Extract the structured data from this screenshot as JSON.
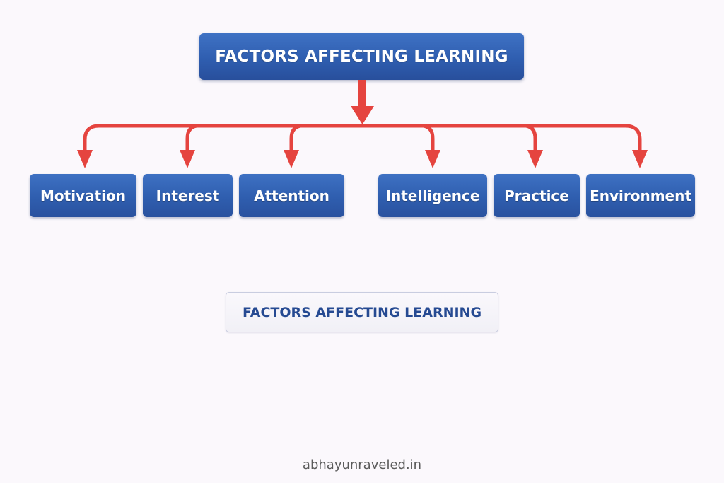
{
  "diagram": {
    "title": "FACTORS AFFECTING LEARNING",
    "factors": [
      {
        "label": "Motivation"
      },
      {
        "label": "Interest"
      },
      {
        "label": "Attention"
      },
      {
        "label": "Intelligence"
      },
      {
        "label": "Practice"
      },
      {
        "label": "Environment"
      }
    ],
    "subtitle": "FACTORS AFFECTING LEARNING",
    "watermark": "abhayunraveled.in"
  },
  "colors": {
    "background": "#fbf8fc",
    "box_blue": "#2f5eb0",
    "box_text": "#ffffff",
    "arrow_red": "#e5443f",
    "subtitle_text": "#264a92",
    "watermark_text": "#5a5a5a"
  }
}
